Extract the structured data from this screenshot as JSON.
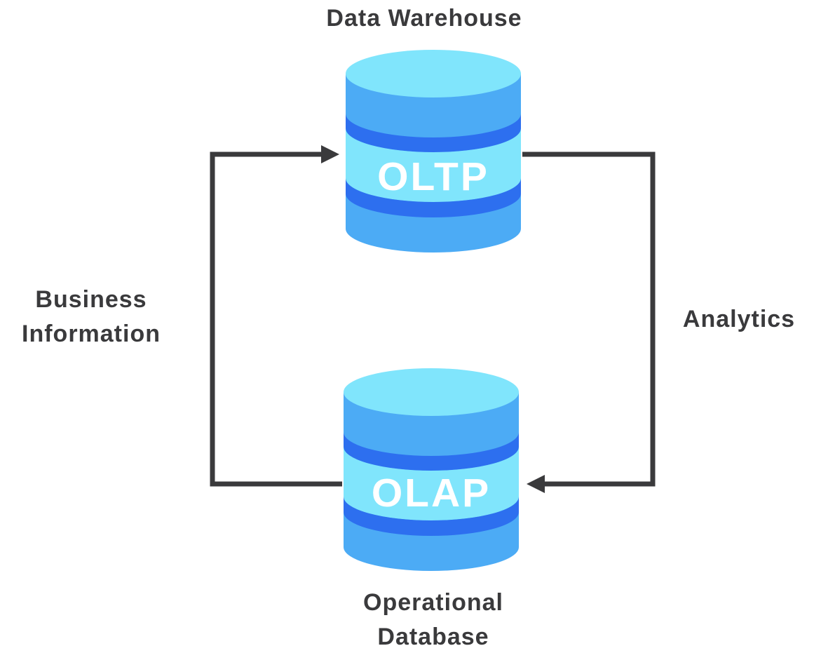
{
  "labels": {
    "top": "Data Warehouse",
    "left_line1": "Business",
    "left_line2": "Information",
    "right": "Analytics",
    "bottom_line1": "Operational",
    "bottom_line2": "Database"
  },
  "nodes": {
    "top_cylinder": "OLTP",
    "bottom_cylinder": "OLAP"
  },
  "colors": {
    "cylinder_light": "#80E5FC",
    "cylinder_mid": "#4CABF5",
    "cylinder_band": "#2D6FEF",
    "connector": "#3A3A3C",
    "label_text": "#3A3A3C",
    "db_text": "#FFFFFF",
    "background": "#FFFFFF"
  }
}
